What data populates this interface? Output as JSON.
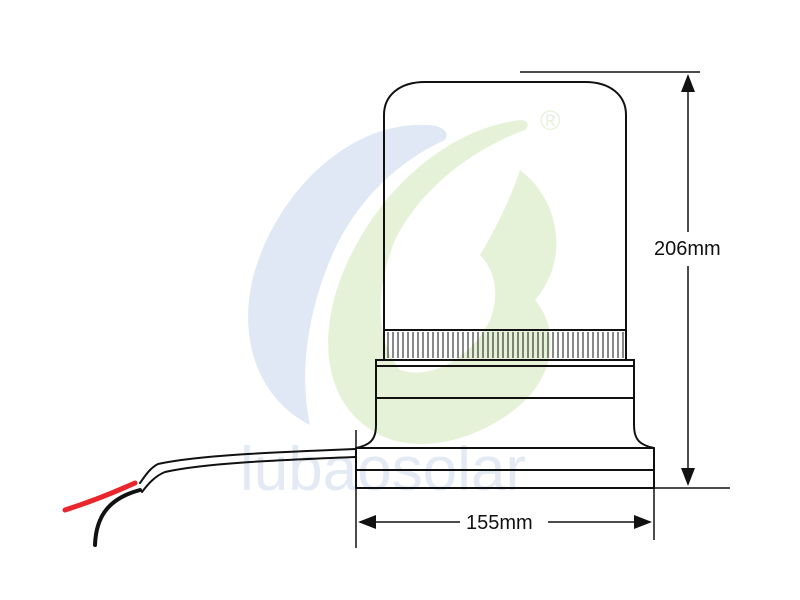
{
  "dimensions": {
    "height_label": "206mm",
    "width_label": "155mm"
  },
  "watermark": {
    "text": "lubaosolar",
    "registered_mark": "®",
    "blue_color": "#dfe8f4",
    "green_color": "#e6f2d8",
    "text_color": "#e3eaf3"
  },
  "colors": {
    "outline": "#111111",
    "wire_red": "#e8262b",
    "wire_black": "#111111"
  }
}
